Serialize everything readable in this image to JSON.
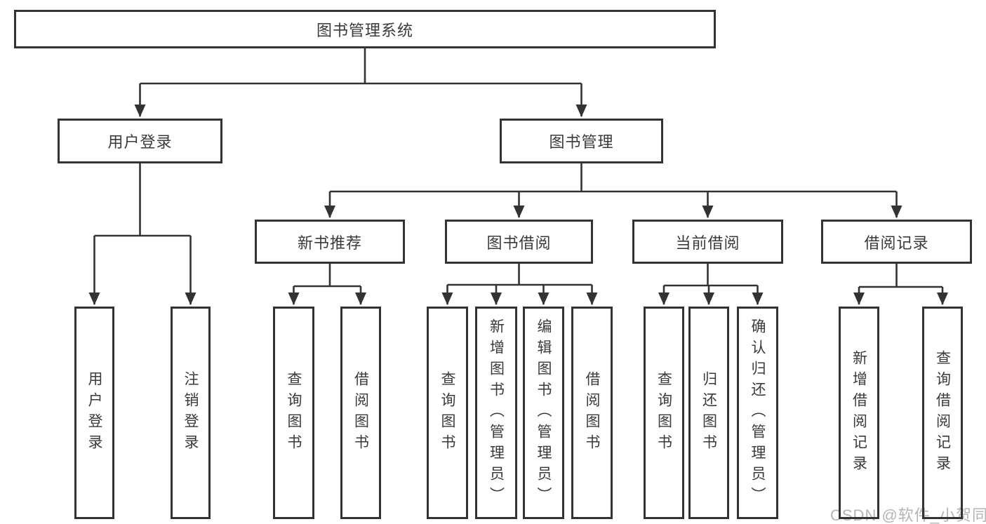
{
  "diagram": {
    "title": "图书管理系统",
    "root": "图书管理系统",
    "branches": [
      {
        "label": "用户登录",
        "children": [
          "用户登录",
          "注销登录"
        ]
      },
      {
        "label": "图书管理",
        "children": [
          {
            "label": "新书推荐",
            "children": [
              "查询图书",
              "借阅图书"
            ]
          },
          {
            "label": "图书借阅",
            "children": [
              "查询图书",
              "新增图书（管理员）",
              "编辑图书（管理员）",
              "借阅图书"
            ]
          },
          {
            "label": "当前借阅",
            "children": [
              "查询图书",
              "归还图书",
              "确认归还（管理员）"
            ]
          },
          {
            "label": "借阅记录",
            "children": [
              "新增借阅记录",
              "查询借阅记录"
            ]
          }
        ]
      }
    ]
  },
  "watermark": {
    "text": "CSDN @软件_小贺同学"
  },
  "colors": {
    "line": "#333333",
    "box_border": "#333333",
    "text": "#3a3a3a",
    "watermark": "#b5b5b5",
    "background": "#ffffff"
  }
}
